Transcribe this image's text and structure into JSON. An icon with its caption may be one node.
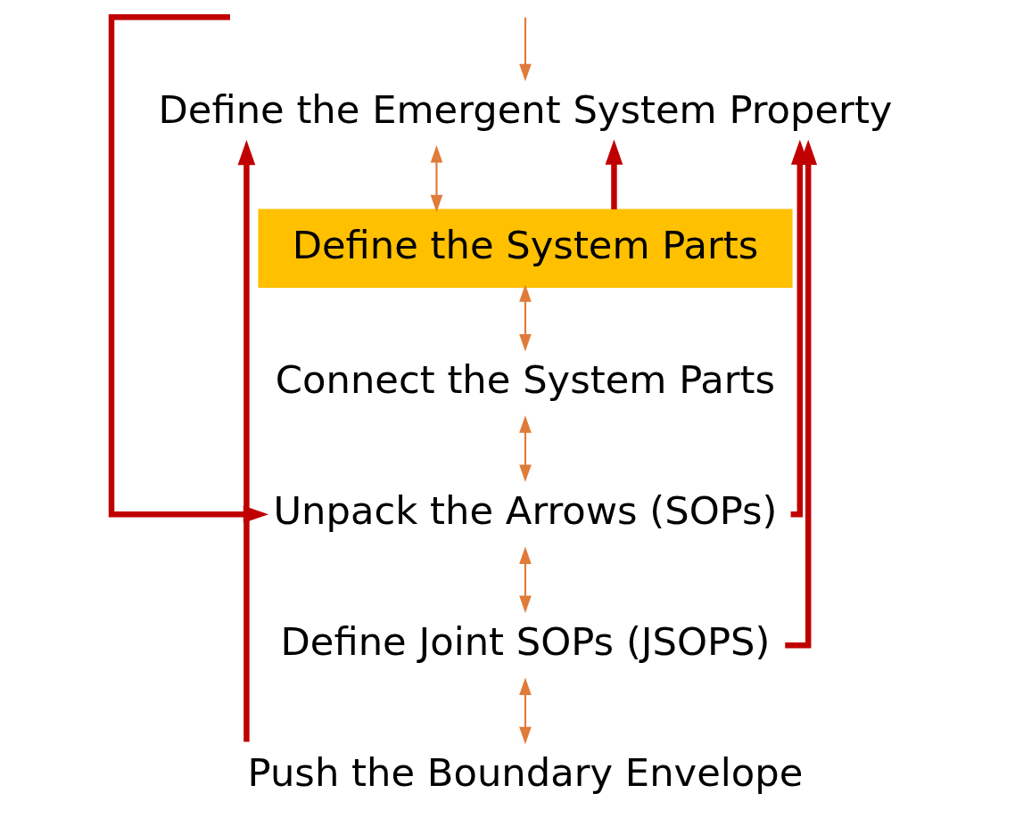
{
  "diagram": {
    "nodes": [
      {
        "text": [
          "Define the Emergent System Property"
        ]
      },
      {
        "text": [
          "Define the System Parts"
        ]
      },
      {
        "text": [
          "Connect the System Parts"
        ]
      },
      {
        "text": [
          "Unpack the Arrows (SOPs)"
        ]
      },
      {
        "text": [
          "Define Joint SOPs (JSOPS)"
        ]
      },
      {
        "text": [
          "Push the Boundary Envelope"
        ]
      }
    ],
    "edges": [
      {
        "from": null,
        "to": 0,
        "arrow": "to"
      },
      {
        "from": 0,
        "to": 1,
        "arrow": "both"
      },
      {
        "from": 1,
        "to": 2,
        "arrow": "both"
      },
      {
        "from": 2,
        "to": 3,
        "arrow": "both"
      },
      {
        "from": 3,
        "to": 4,
        "arrow": "both"
      },
      {
        "from": 4,
        "to": 5,
        "arrow": "both"
      },
      {
        "from": 1,
        "to": 0,
        "arrow": "to",
        "style": "thick",
        "color": "#c00000"
      },
      {
        "from": 4,
        "to": 0,
        "arrow": "to",
        "style": "thick",
        "color": "#c00000"
      },
      {
        "from": null,
        "to": 3,
        "arrow": "to",
        "style": "thick",
        "color": "#c00000"
      },
      {
        "from": 3,
        "to": 0,
        "arrow": "to",
        "style": "thick",
        "color": "#c00000"
      },
      {
        "from": 5,
        "to": 0,
        "arrow": "to",
        "style": "thick",
        "color": "#c00000"
      }
    ]
  }
}
